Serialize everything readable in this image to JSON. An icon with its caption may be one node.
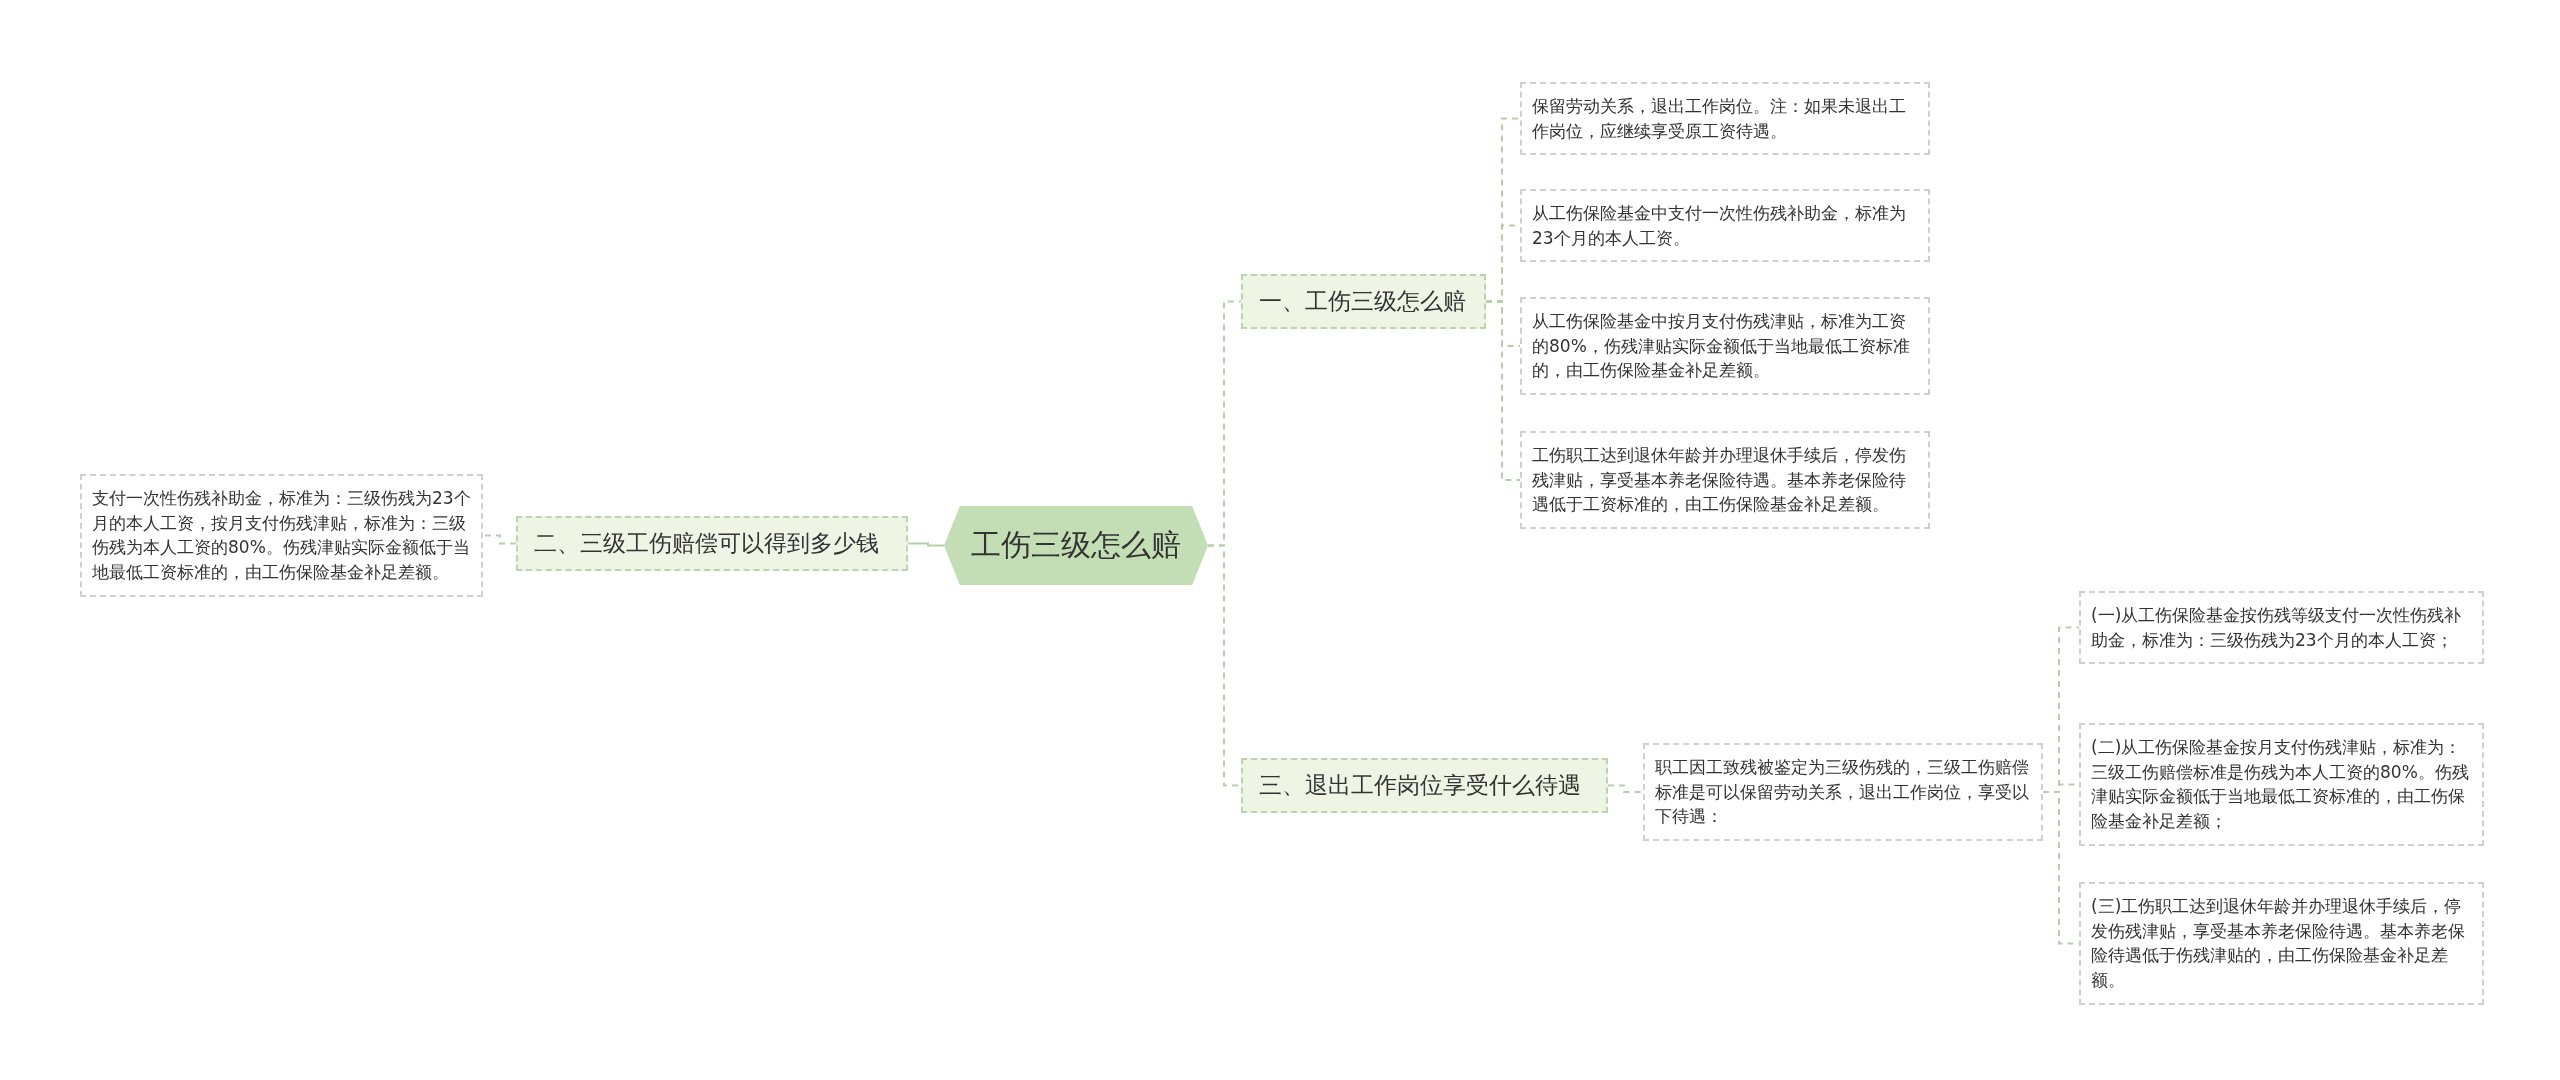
{
  "diagram": {
    "nodes": [
      {
        "text": [
          "工伤三级怎么赔"
        ]
      },
      {
        "text": [
          "一、工伤三级怎么赔"
        ]
      },
      {
        "text": [
          "保留劳动关系，退出工作岗位。注：如果未退出工作岗位，应继续享受原工资待遇。"
        ]
      },
      {
        "text": [
          "从工伤保险基金中支付一次性伤残补助金，标准为23个月的本人工资。"
        ]
      },
      {
        "text": [
          "从工伤保险基金中按月支付伤残津贴，标准为工资的80%，伤残津贴实际金额低于当地最低工资标准的，由工伤保险基金补足差额。"
        ]
      },
      {
        "text": [
          "工伤职工达到退休年龄并办理退休手续后，停发伤残津贴，享受基本养老保险待遇。基本养老保险待遇低于工资标准的，由工伤保险基金补足差额。"
        ]
      },
      {
        "text": [
          "二、三级工伤赔偿可以得到多少钱"
        ]
      },
      {
        "text": [
          "支付一次性伤残补助金，标准为：三级伤残为23个月的本人工资，按月支付伤残津贴，标准为：三级伤残为本人工资的80%。伤残津贴实际金额低于当地最低工资标准的，由工伤保险基金补足差额。"
        ]
      },
      {
        "text": [
          "三、退出工作岗位享受什么待遇"
        ]
      },
      {
        "text": [
          "职工因工致残被鉴定为三级伤残的，三级工伤赔偿标准是可以保留劳动关系，退出工作岗位，享受以下待遇："
        ]
      },
      {
        "text": [
          "(一)从工伤保险基金按伤残等级支付一次性伤残补助金，标准为：三级伤残为23个月的本人工资；"
        ]
      },
      {
        "text": [
          "(二)从工伤保险基金按月支付伤残津贴，标准为：三级工伤赔偿标准是伤残为本人工资的80%。伤残津贴实际金额低于当地最低工资标准的，由工伤保险基金补足差额；"
        ]
      },
      {
        "text": [
          "(三)工伤职工达到退休年龄并办理退休手续后，停发伤残津贴，享受基本养老保险待遇。基本养老保险待遇低于伤残津贴的，由工伤保险基金补足差额。"
        ]
      }
    ],
    "edges": [
      {
        "from": 0,
        "to": 1,
        "arrow": "none",
        "style": "dashed"
      },
      {
        "from": 0,
        "to": 6,
        "arrow": "none"
      },
      {
        "from": 0,
        "to": 8,
        "arrow": "none",
        "style": "dashed"
      },
      {
        "from": 1,
        "to": 2,
        "arrow": "none",
        "style": "dashed"
      },
      {
        "from": 1,
        "to": 3,
        "arrow": "none",
        "style": "dashed"
      },
      {
        "from": 1,
        "to": 4,
        "arrow": "none",
        "style": "dashed"
      },
      {
        "from": 1,
        "to": 5,
        "arrow": "none",
        "style": "dashed"
      },
      {
        "from": 6,
        "to": 7,
        "arrow": "none",
        "style": "dashed"
      },
      {
        "from": 8,
        "to": 9,
        "arrow": "none",
        "style": "dashed"
      },
      {
        "from": 9,
        "to": 10,
        "arrow": "none",
        "style": "dashed"
      },
      {
        "from": 9,
        "to": 11,
        "arrow": "none",
        "style": "dashed"
      },
      {
        "from": 9,
        "to": 12,
        "arrow": "none",
        "style": "dashed"
      }
    ]
  }
}
